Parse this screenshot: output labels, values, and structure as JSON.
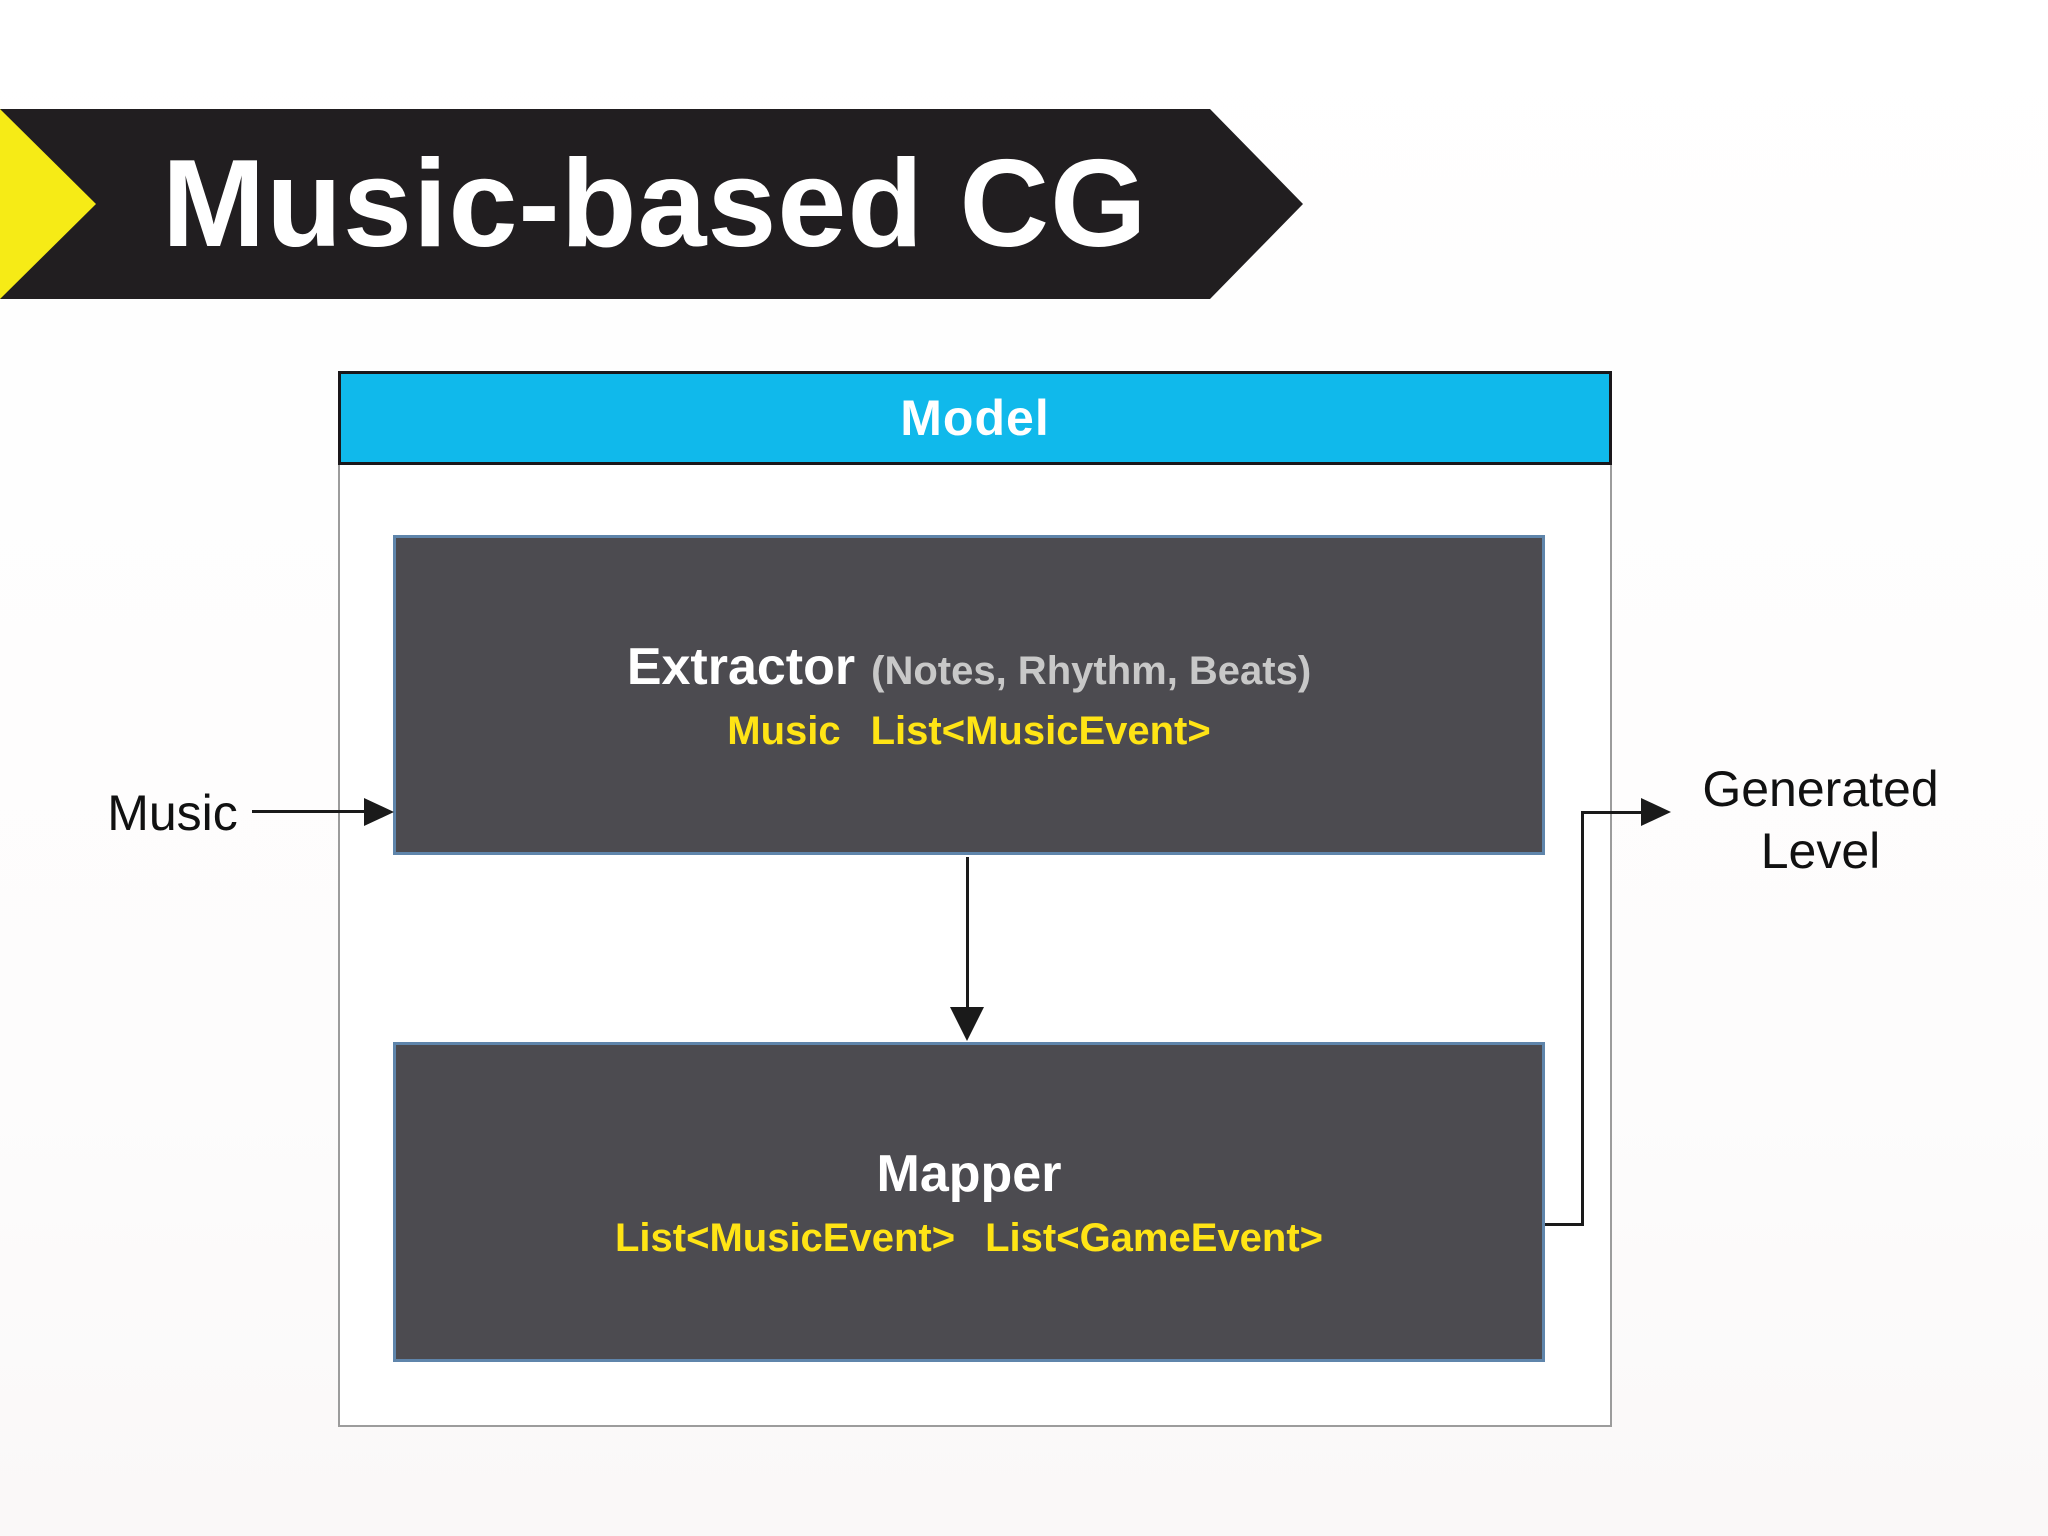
{
  "title": {
    "text": "Music-based CG"
  },
  "diagram": {
    "model": {
      "header_label": "Model",
      "extractor": {
        "name": "Extractor",
        "detail": "(Notes, Rhythm, Beats)",
        "signature": {
          "input": "Music",
          "output": "List<MusicEvent>"
        }
      },
      "mapper": {
        "name": "Mapper",
        "signature": {
          "input": "List<MusicEvent>",
          "output": "List<GameEvent>"
        }
      }
    },
    "input_label": "Music",
    "output_label": "Generated Level"
  },
  "colors": {
    "banner-ink": "#211E20",
    "accent-yellow": "#F6EB16",
    "header-cyan": "#10B9EB",
    "module-fill": "#4C4B50",
    "module-border": "#5F85AB",
    "signature-yellow": "#FFE415",
    "detail-gray": "#C8C8C8",
    "frame-gray": "#9C9C9C",
    "arrow-ink": "#1A1A1A",
    "page-bg": "#FDFCFC"
  }
}
